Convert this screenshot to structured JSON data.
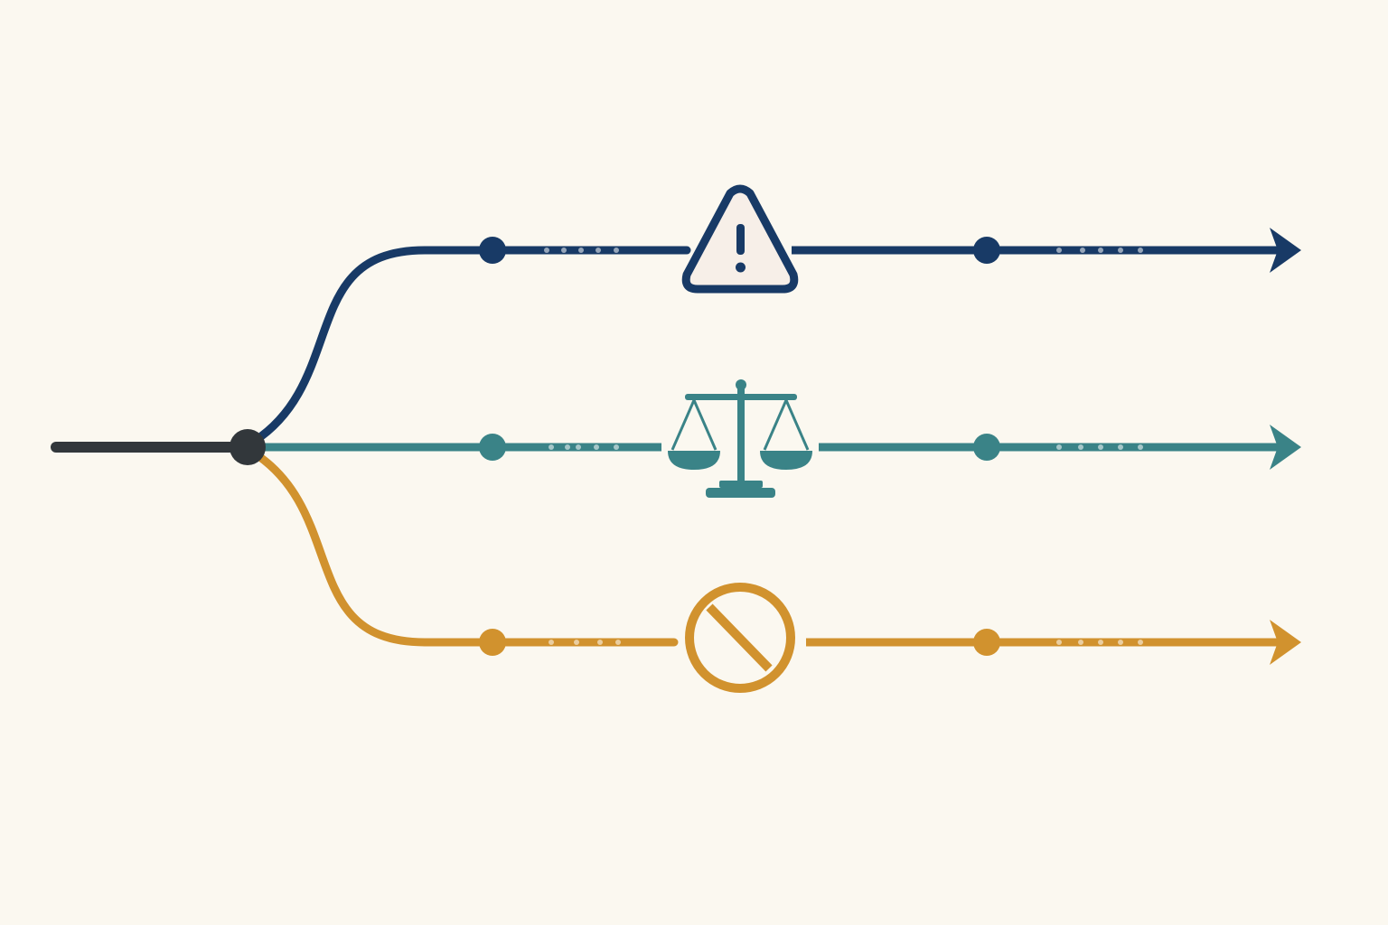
{
  "background_color": "#fbf8f0",
  "origin": {
    "color": "#32373b",
    "node_icon": "branch-node"
  },
  "branches": [
    {
      "id": "top",
      "color": "#183a66",
      "icon": "warning-triangle-icon",
      "icon_glyph": "!",
      "icon_fill": "#f7efe8",
      "direction": "arrow-right"
    },
    {
      "id": "middle",
      "color": "#3a8387",
      "icon": "scales-of-justice-icon",
      "direction": "arrow-right"
    },
    {
      "id": "bottom",
      "color": "#d1922e",
      "icon": "prohibited-icon",
      "direction": "arrow-right"
    }
  ]
}
